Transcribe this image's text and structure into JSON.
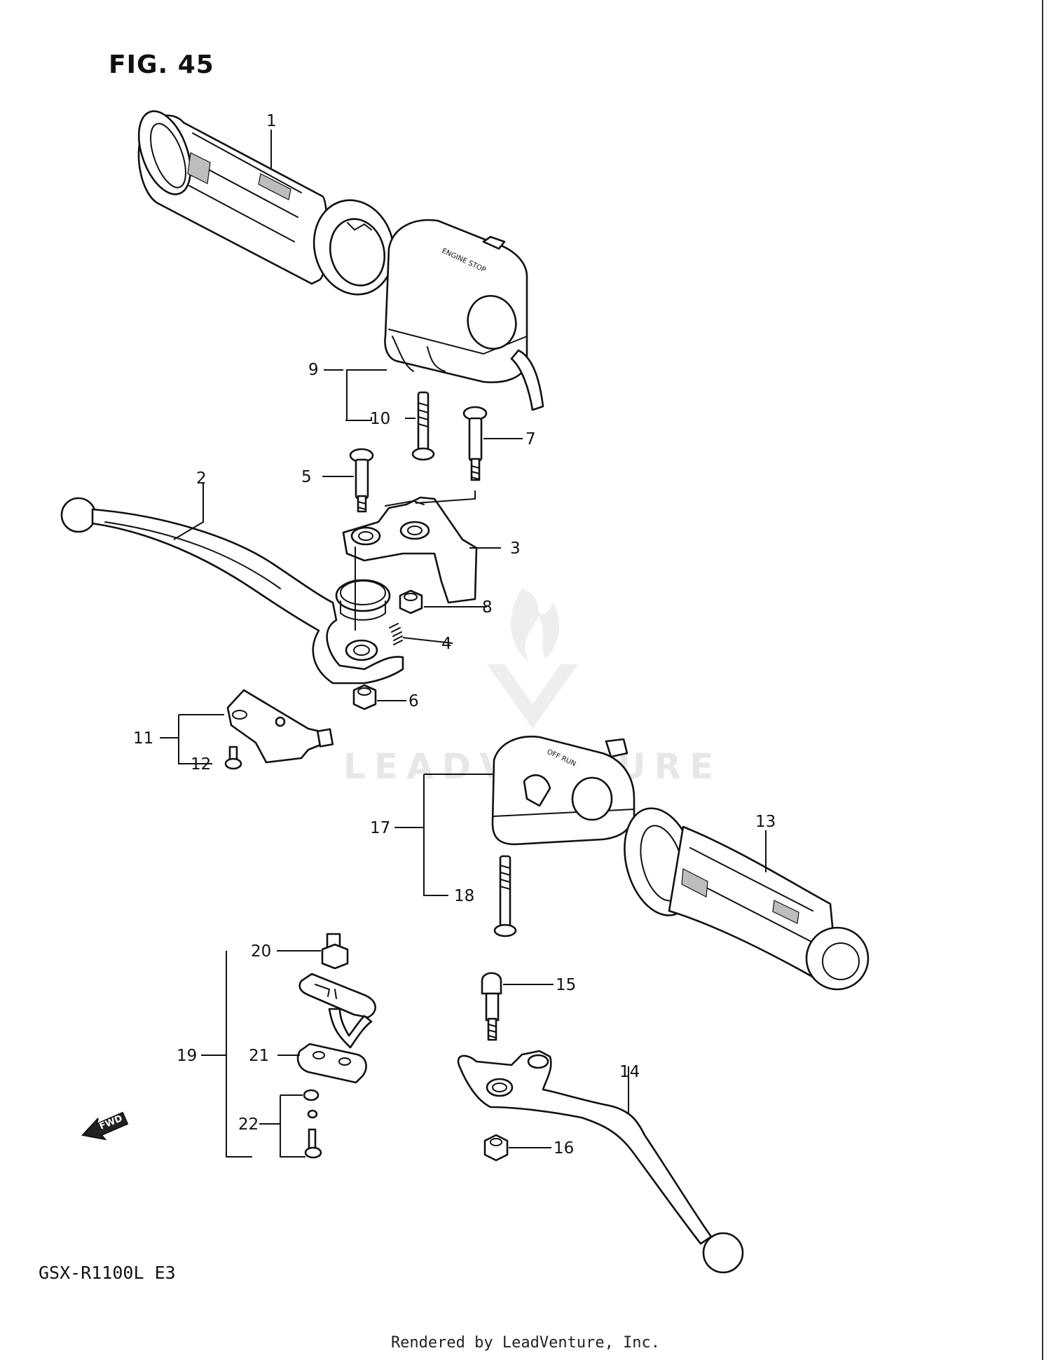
{
  "figure": {
    "title": "FIG. 45",
    "model": "GSX-R1100L  E3",
    "footer": "Rendered by LeadVenture, Inc.",
    "watermark": "LEADVENTURE",
    "fwd_label": "FWD"
  },
  "callouts": [
    "1",
    "2",
    "3",
    "4",
    "5",
    "6",
    "7",
    "8",
    "9",
    "10",
    "11",
    "12",
    "13",
    "14",
    "15",
    "16",
    "17",
    "18",
    "19",
    "20",
    "21",
    "22"
  ]
}
